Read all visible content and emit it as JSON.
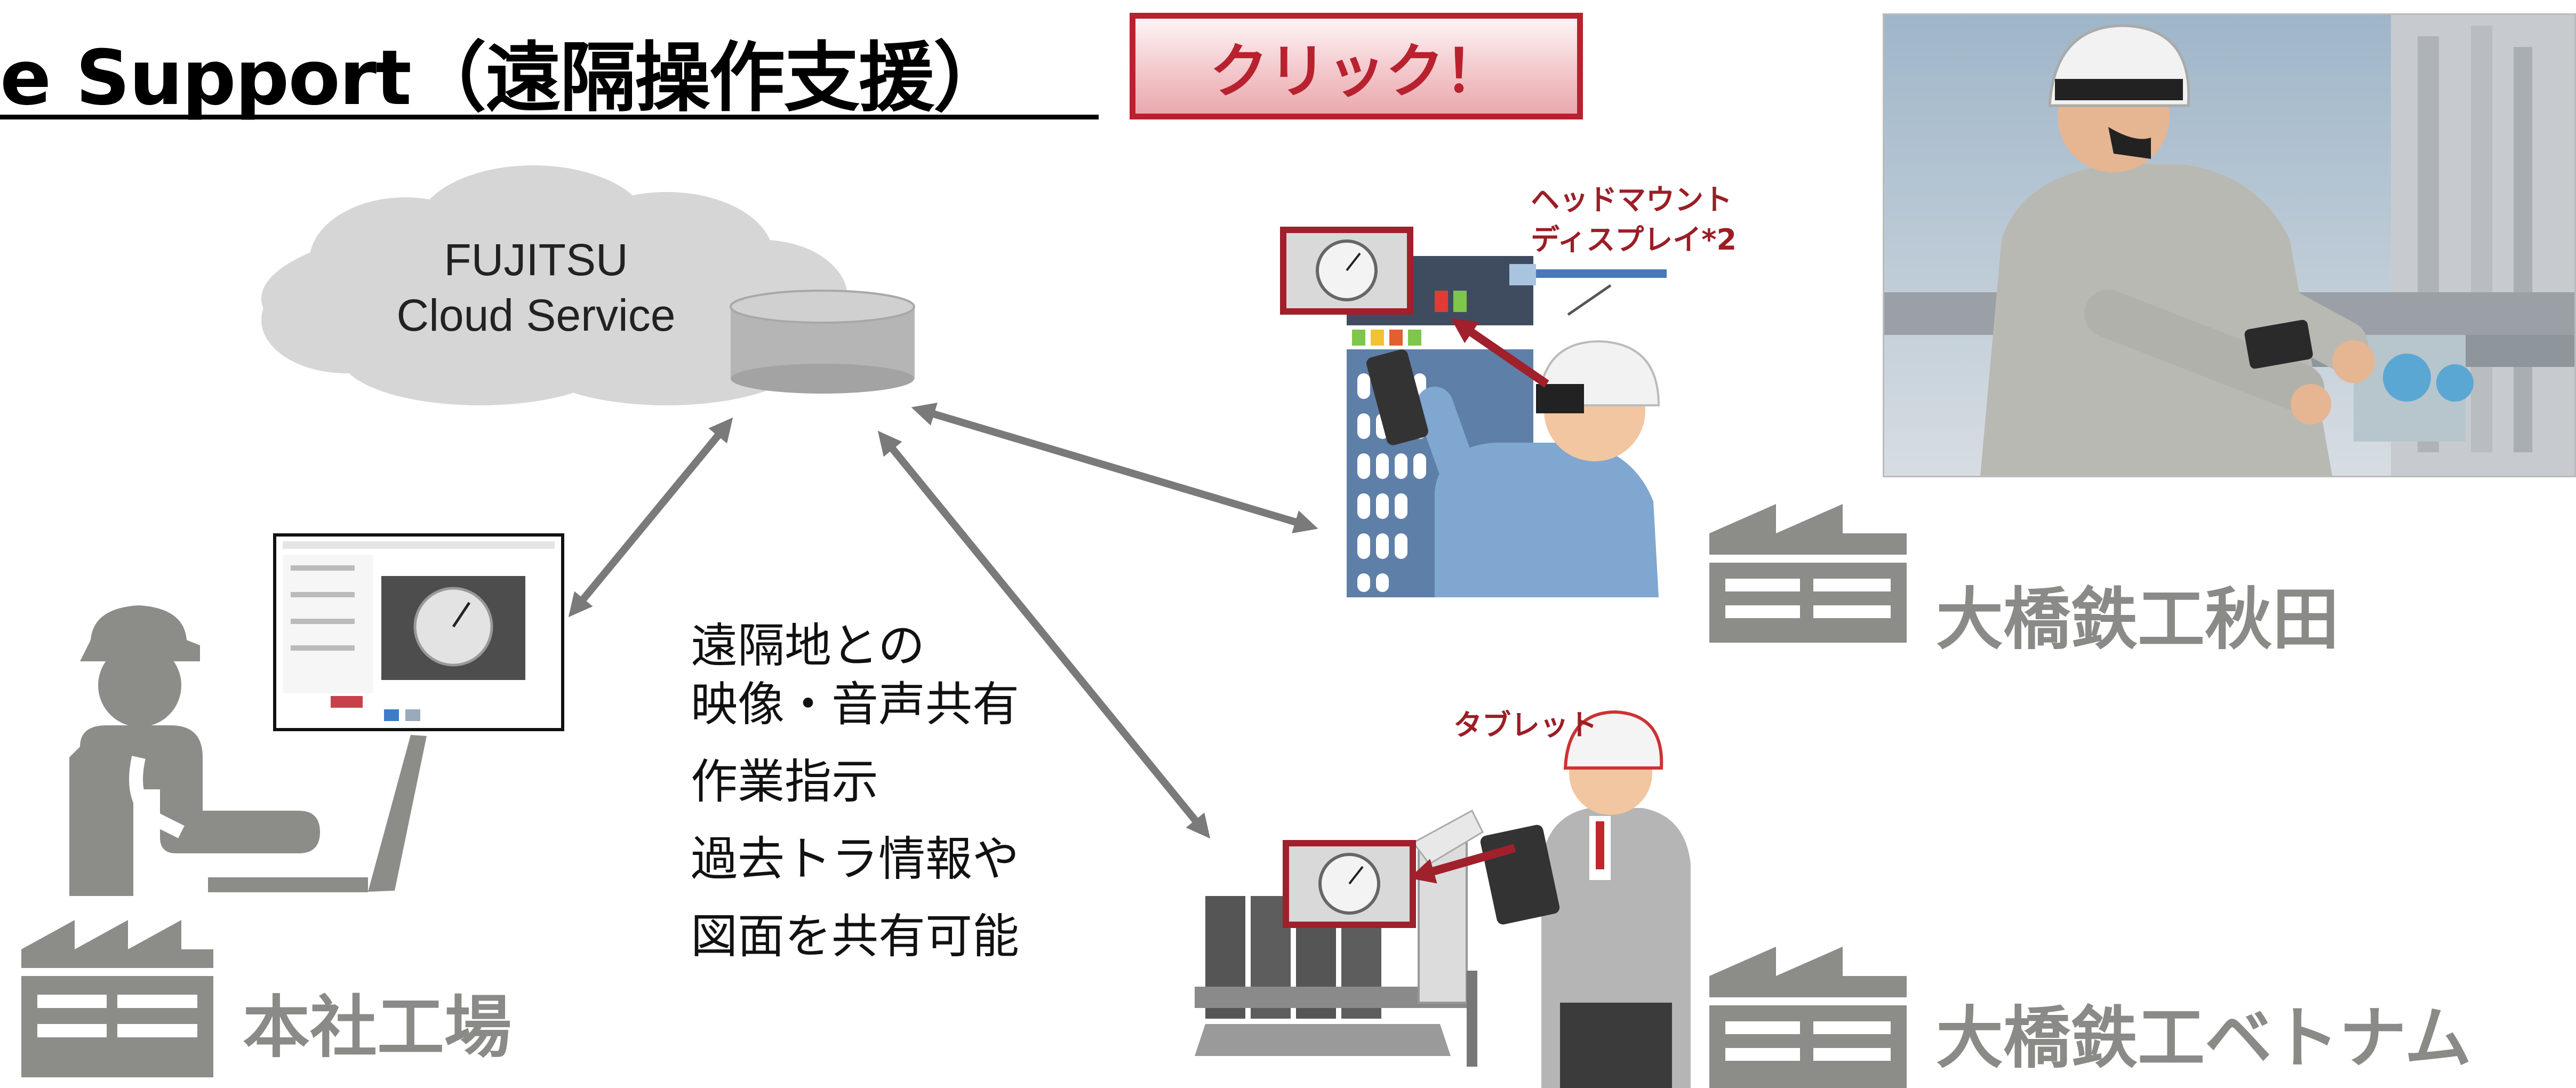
{
  "header": {
    "title": "e Support（遠隔操作支援）",
    "click_button": "クリック！"
  },
  "cloud": {
    "line1": "FUJITSU",
    "line2": "Cloud Service"
  },
  "sharing_features": [
    "遠隔地との",
    "映像・音声共有",
    "作業指示",
    "過去トラ情報や",
    "図面を共有可能"
  ],
  "sites": {
    "hq": "本社工場",
    "akita": "大橋鉄工秋田",
    "vietnam": "大橋鉄工ベトナム"
  },
  "devices": {
    "hmd_line1": "ヘッドマウント",
    "hmd_line2": "ディスプレイ*2",
    "tablet": "タブレット"
  },
  "colors": {
    "accent_red": "#a0202b",
    "icon_gray": "#8c8c89",
    "arrow_gray": "#7a7a7a",
    "worker_blue": "#7fa7cf"
  }
}
